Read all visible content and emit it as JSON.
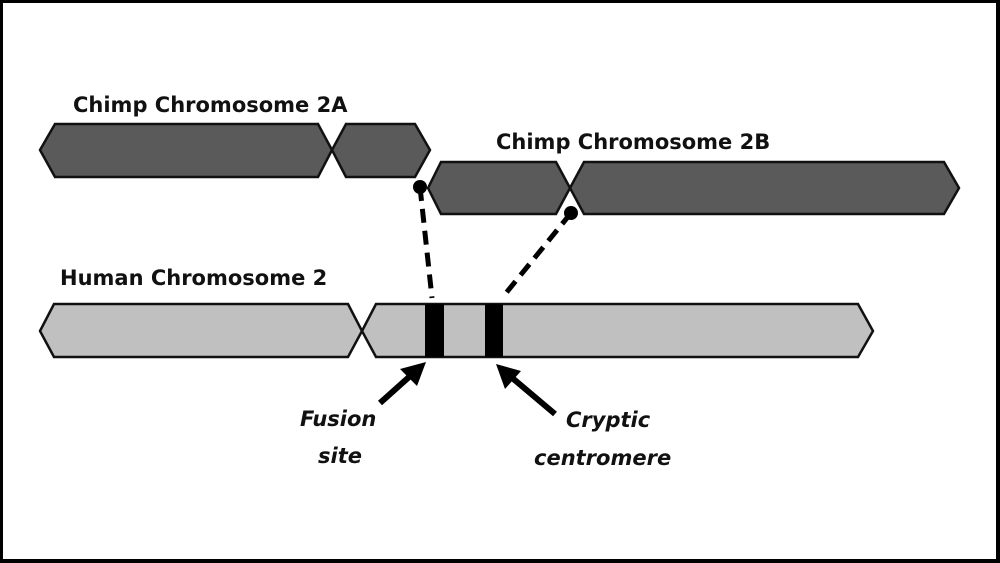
{
  "labels": {
    "chimp_2a": "Chimp Chromosome 2A",
    "chimp_2b": "Chimp Chromosome 2B",
    "human_2": "Human Chromosome 2",
    "fusion_line1": "Fusion",
    "fusion_line2": "site",
    "cryptic_line1": "Cryptic",
    "cryptic_line2": "centromere"
  },
  "colors": {
    "chimp_fill": "#5a5a5a",
    "human_fill": "#c0c0c0",
    "outline": "#111111",
    "marker": "#000000",
    "background": "#ffffff",
    "frame": "#000000"
  }
}
